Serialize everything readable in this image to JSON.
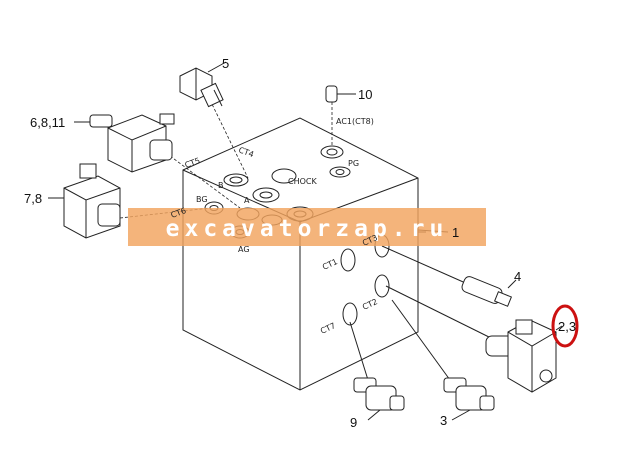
{
  "callouts": {
    "c1": "1",
    "c23": "2,3",
    "c3": "3",
    "c4": "4",
    "c5": "5",
    "c6811": "6,8,11",
    "c78": "7,8",
    "c9": "9",
    "c10": "10"
  },
  "ports": {
    "ac1": "AC1(CT8)",
    "pg": "PG",
    "chock": "CHOCK",
    "b": "B",
    "a": "A",
    "bg": "BG",
    "ag": "AG",
    "ct1": "CT1",
    "ct2": "CT2",
    "ct3": "CT3",
    "ct4": "CT4",
    "ct5": "CT5",
    "ct6": "CT6",
    "ct7": "CT7"
  },
  "watermark": "excavatorzap.ru",
  "colors": {
    "watermark_band": "#f2a35e",
    "highlight_ring": "#cc1111",
    "line": "#222222"
  }
}
